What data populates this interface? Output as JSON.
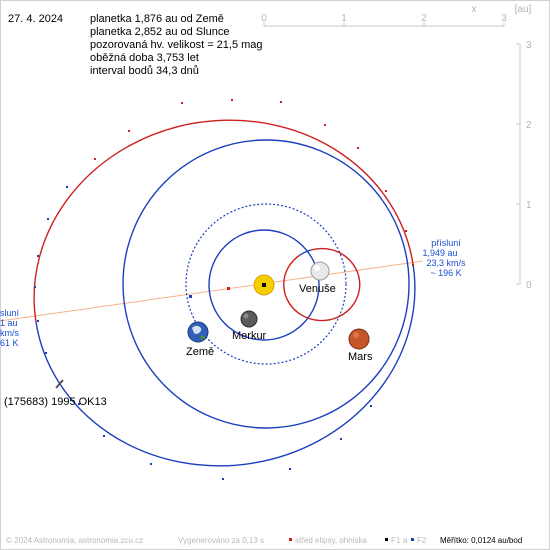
{
  "header": {
    "date": "27. 4. 2024",
    "info_lines": [
      "planetka 1,876 au od Země",
      "planetka 2,852 au od Slunce",
      "pozorovaná hv. velikost = 21,5 mag",
      "oběžná doba 3,753 let",
      "interval bodů 34,3 dnů"
    ]
  },
  "axes": {
    "x_label": "x",
    "unit_label": "[au]",
    "x_ticks": [
      "0",
      "1",
      "2",
      "3"
    ],
    "y_ticks": [
      "3",
      "2",
      "1",
      "0"
    ]
  },
  "perihelion": {
    "title": "přísluní",
    "distance": "1,949 au",
    "speed": "23,3 km/s",
    "temperature": "~ 196 K"
  },
  "aphelion_partial": {
    "title": "sluní",
    "distance": "1 au",
    "speed": "km/s",
    "temperature": "61 K"
  },
  "planets": {
    "venus": "Venuše",
    "mercury": "Merkur",
    "earth": "Země",
    "mars": "Mars"
  },
  "asteroid": {
    "label": "(175683) 1995 OK13"
  },
  "footer": {
    "copyright": "© 2024 Astronomia, astronomia.zcu.cz",
    "generated": "Vygenerováno za 0,13 s",
    "legend_center": "střed elipsy, ohniska",
    "legend_f1": "F1",
    "legend_a": "a",
    "legend_f2": "F2",
    "scale": "Měřítko: 0,0124 au/bod"
  },
  "colors": {
    "asteroid_orbit_far": "#1a3fbf",
    "asteroid_orbit_near": "#cc1f1f",
    "earth_orbit": "#1a3fbf",
    "mars_orbit": "#1a3fbf",
    "venus_orbit": "#1a3fbf",
    "mercury_orbit": "#cc1f1f",
    "apsis_line": "#f3b28c",
    "sun": "#f5d000"
  }
}
